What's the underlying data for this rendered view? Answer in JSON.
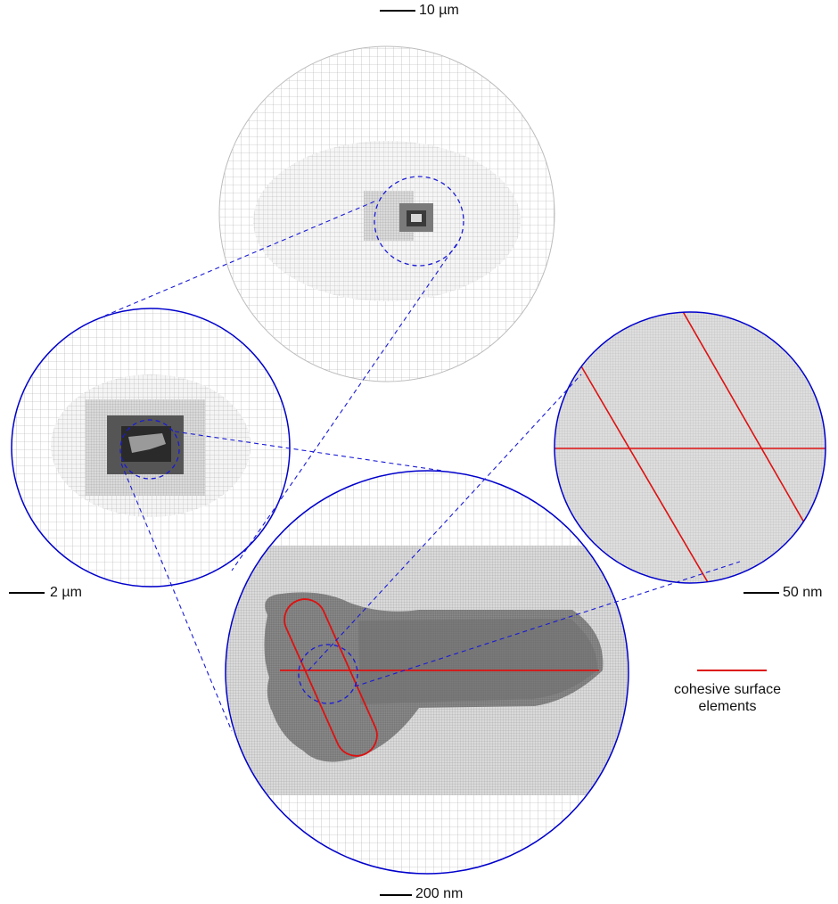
{
  "scale_bars": {
    "top": "10 µm",
    "left": "2 µm",
    "right": "50 nm",
    "bottom": "200 nm"
  },
  "legend": {
    "label_line1": "cohesive surface",
    "label_line2": "elements"
  },
  "colors": {
    "circle_border": "#0000cc",
    "zoom_lines": "#1a1ad6",
    "cohesive": "#dd1111",
    "mesh_line": "#9a9a9a"
  }
}
